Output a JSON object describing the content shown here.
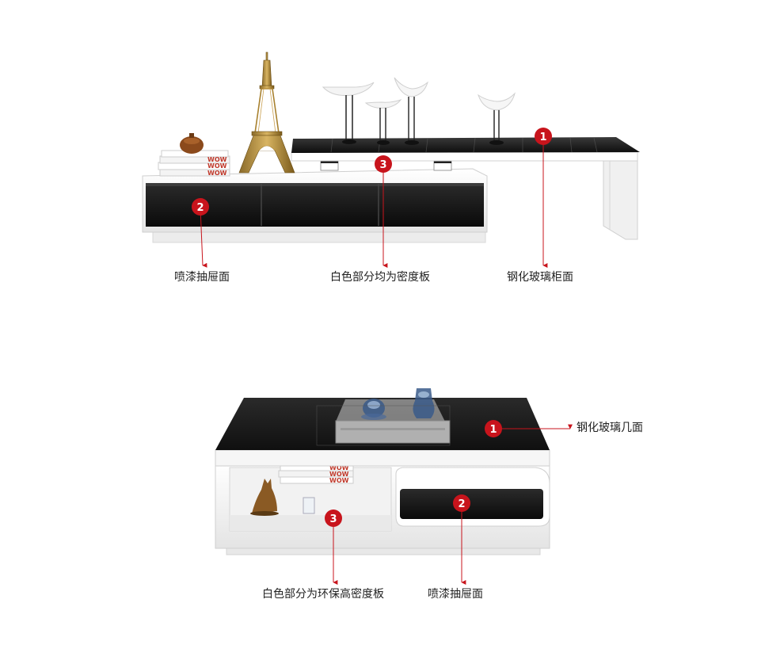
{
  "colors": {
    "marker": "#c8141c",
    "glass": "#151515",
    "white_panel": "#f2f2f2",
    "label_text": "#222222"
  },
  "tv_cabinet": {
    "markers": [
      "1",
      "2",
      "3"
    ],
    "labels": {
      "drawer": "喷漆抽屉面",
      "board": "白色部分均为密度板",
      "glass": "钢化玻璃柜面"
    }
  },
  "coffee_table": {
    "markers": [
      "1",
      "2",
      "3"
    ],
    "labels": {
      "glass": "钢化玻璃几面",
      "board": "白色部分为环保高密度板",
      "drawer": "喷漆抽屉面"
    }
  },
  "decor": {
    "book_text": "WOW"
  }
}
